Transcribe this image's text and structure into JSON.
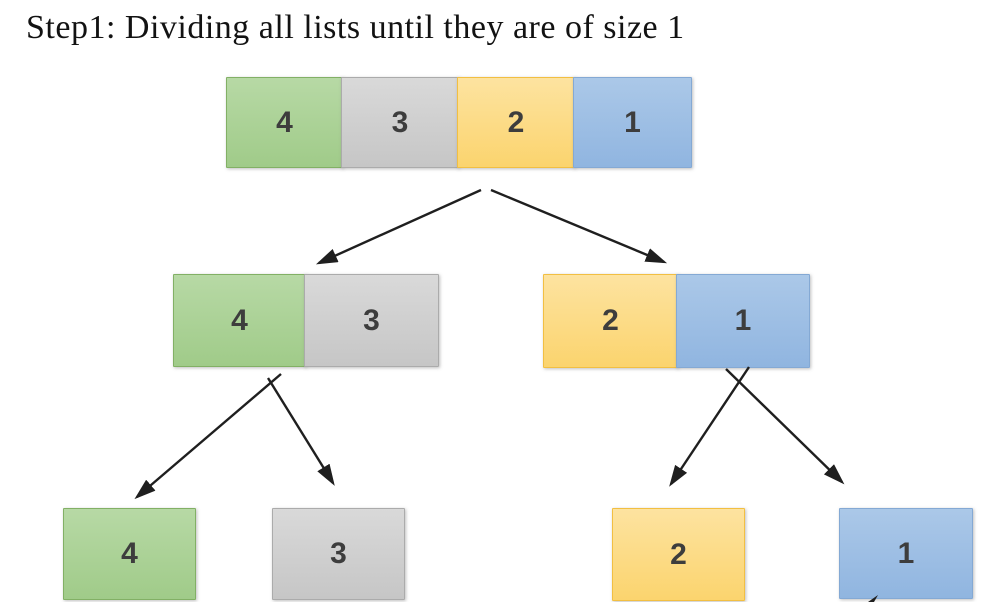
{
  "title": "Step1: Dividing all lists until they are of size 1",
  "colors": {
    "green": {
      "top": "#b7d9a5",
      "bottom": "#a0cb89",
      "border": "#82b065"
    },
    "gray": {
      "top": "#d9d9d9",
      "bottom": "#c6c6c6",
      "border": "#ababab"
    },
    "yellow": {
      "top": "#fde3a0",
      "bottom": "#fbd46e",
      "border": "#f2bf42"
    },
    "blue": {
      "top": "#abc8e8",
      "bottom": "#90b5e0",
      "border": "#84a9d4"
    }
  },
  "arrow_color": "#1f1f1f",
  "tree": {
    "level1": {
      "cells": [
        {
          "value": "4",
          "color": "green"
        },
        {
          "value": "3",
          "color": "gray"
        },
        {
          "value": "2",
          "color": "yellow"
        },
        {
          "value": "1",
          "color": "blue"
        }
      ]
    },
    "level2": {
      "left": {
        "cells": [
          {
            "value": "4",
            "color": "green"
          },
          {
            "value": "3",
            "color": "gray"
          }
        ]
      },
      "right": {
        "cells": [
          {
            "value": "2",
            "color": "yellow"
          },
          {
            "value": "1",
            "color": "blue"
          }
        ]
      }
    },
    "level3": {
      "cells": [
        {
          "value": "4",
          "color": "green"
        },
        {
          "value": "3",
          "color": "gray"
        },
        {
          "value": "2",
          "color": "yellow"
        },
        {
          "value": "1",
          "color": "blue"
        }
      ]
    }
  }
}
